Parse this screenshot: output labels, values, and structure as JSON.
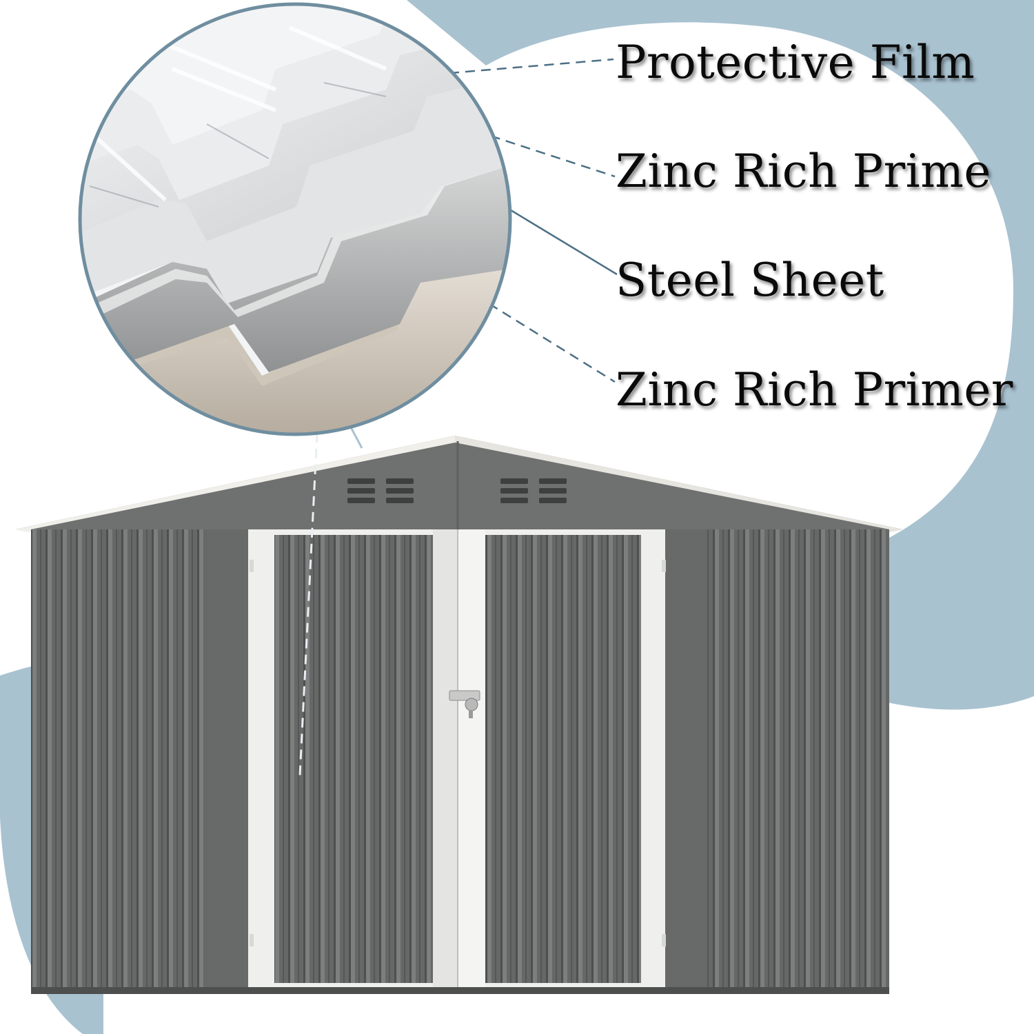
{
  "labels": {
    "protective_film": "Protective Film",
    "zinc_rich_prime": "Zinc Rich Prime",
    "steel_sheet": "Steel Sheet",
    "zinc_rich_primer": "Zinc Rich Primer"
  },
  "colors": {
    "background_blob": "#a9c2d0",
    "background": "#ffffff",
    "shed_panel": "#6a6b6b",
    "shed_trim": "#f2f2f0",
    "leader_line": "#4b6f85",
    "magnifier_ring": "#6f8ea0",
    "label_text": "#0a0a0a"
  }
}
